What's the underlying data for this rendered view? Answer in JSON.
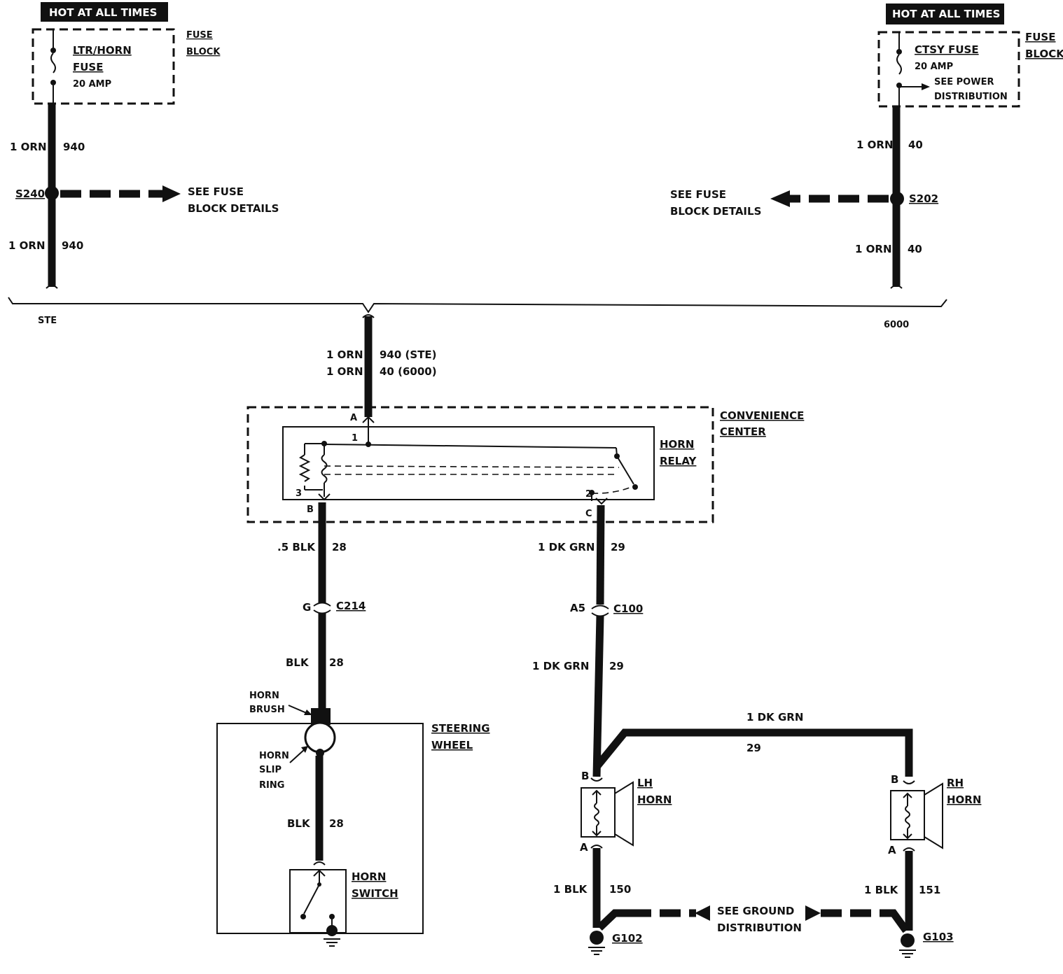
{
  "hot_at_all_times_left": "HOT AT ALL TIMES",
  "hot_at_all_times_right": "HOT AT ALL TIMES",
  "fuse_left": {
    "block_label_1": "FUSE",
    "block_label_2": "BLOCK",
    "name_1": "LTR/HORN",
    "name_2": "FUSE",
    "rating": "20 AMP"
  },
  "fuse_right": {
    "block_label_1": "FUSE",
    "block_label_2": "BLOCK",
    "name": "CTSY FUSE",
    "rating": "20 AMP",
    "see_1": "SEE POWER",
    "see_2": "DISTRIBUTION"
  },
  "left_feed": {
    "wire_upper_color": "1 ORN",
    "wire_upper_circuit": "940",
    "splice": "S240",
    "see_1": "SEE FUSE",
    "see_2": "BLOCK DETAILS",
    "wire_lower_color": "1 ORN",
    "wire_lower_circuit": "940",
    "variant": "STE"
  },
  "right_feed": {
    "wire_upper_color": "1 ORN",
    "wire_upper_circuit": "40",
    "splice": "S202",
    "see_1": "SEE FUSE",
    "see_2": "BLOCK DETAILS",
    "wire_lower_color": "1 ORN",
    "wire_lower_circuit": "40",
    "variant": "6000"
  },
  "relay_feed": {
    "line1_color": "1 ORN",
    "line1_circuit": "940 (STE)",
    "line2_color": "1 ORN",
    "line2_circuit": "40 (6000)"
  },
  "convenience_center": {
    "label_1": "CONVENIENCE",
    "label_2": "CENTER",
    "relay_1": "HORN",
    "relay_2": "RELAY",
    "term_a": "A",
    "term_b": "B",
    "term_c": "C",
    "pin_1": "1",
    "pin_2": "2",
    "pin_3": "3"
  },
  "switch_circuit": {
    "wire1_color": ".5 BLK",
    "wire1_circuit": "28",
    "connector_pin": "G",
    "connector": "C214",
    "wire2_color": "BLK",
    "wire2_circuit": "28",
    "brush_1": "HORN",
    "brush_2": "BRUSH",
    "wheel_1": "STEERING",
    "wheel_2": "WHEEL",
    "slip_1": "HORN",
    "slip_2": "SLIP",
    "slip_3": "RING",
    "wire3_color": "BLK",
    "wire3_circuit": "28",
    "switch_1": "HORN",
    "switch_2": "SWITCH"
  },
  "horn_circuit": {
    "wire1_color": "1 DK GRN",
    "wire1_circuit": "29",
    "connector_pin": "A5",
    "connector": "C100",
    "wire2_color": "1 DK GRN",
    "wire2_circuit": "29",
    "wire3_color": "1 DK GRN",
    "wire3_circuit": "29",
    "lh_term_b": "B",
    "lh_1": "LH",
    "lh_2": "HORN",
    "lh_term_a": "A",
    "rh_term_b": "B",
    "rh_1": "RH",
    "rh_2": "HORN",
    "rh_term_a": "A",
    "lh_ground_color": "1 BLK",
    "lh_ground_circuit": "150",
    "rh_ground_color": "1 BLK",
    "rh_ground_circuit": "151",
    "see_1": "SEE GROUND",
    "see_2": "DISTRIBUTION",
    "ground_left": "G102",
    "ground_right": "G103"
  }
}
